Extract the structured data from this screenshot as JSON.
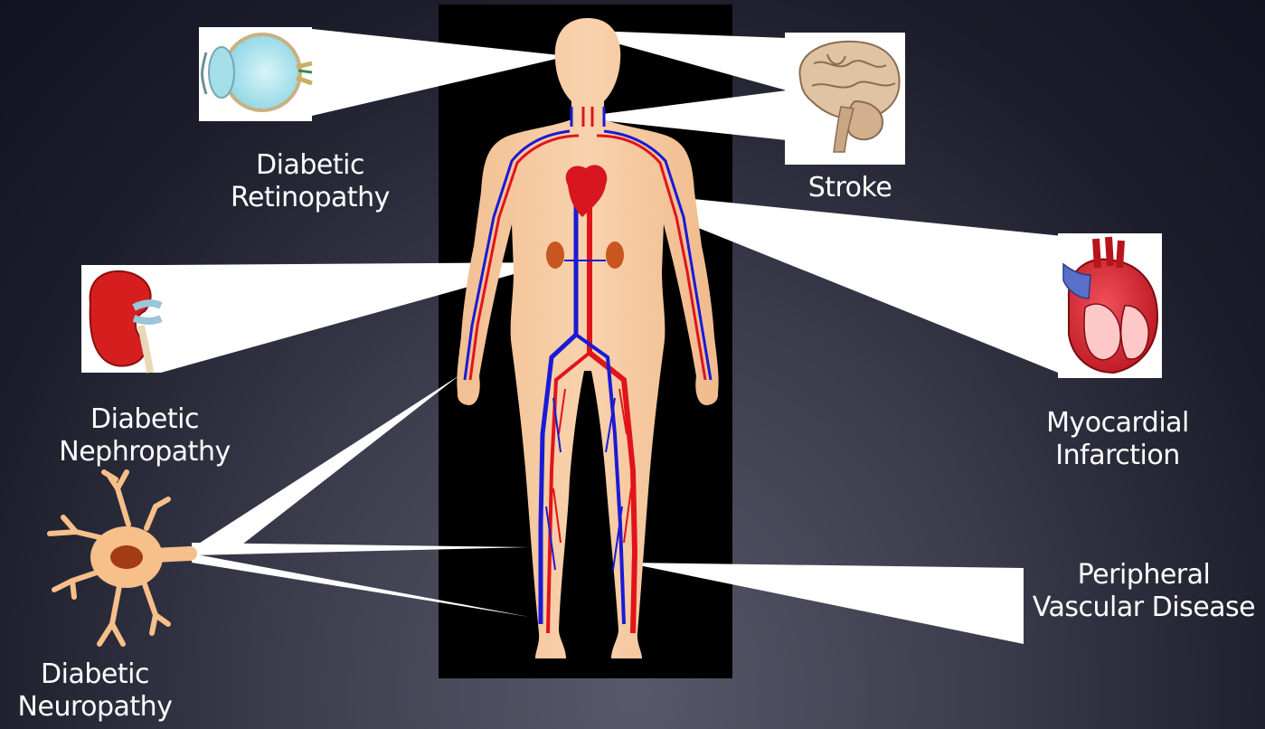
{
  "labels": {
    "retinopathy": [
      "Diabetic",
      "Retinopathy"
    ],
    "stroke": [
      "Stroke"
    ],
    "myocardial": [
      "Myocardial",
      "Infarction"
    ],
    "nephropathy": [
      "Diabetic",
      "Nephropathy"
    ],
    "neuropathy": [
      "Diabetic",
      "Neuropathy"
    ],
    "pvd": [
      "Peripheral",
      "Vascular Disease"
    ]
  },
  "colors": {
    "skin": "#f6c9a0",
    "skin_shadow": "#e9b18a",
    "artery": "#e0141a",
    "vein": "#1a1ad6",
    "panel": "#000000",
    "callout": "#ffffff",
    "heart": "#cc1a24",
    "kidney": "#c8561e",
    "neuron": "#f7bf8a",
    "nucleus": "#a33c14"
  },
  "icons": [
    "eye-icon",
    "brain-icon",
    "heart-anatomy-icon",
    "kidney-icon",
    "neuron-icon",
    "human-body-icon"
  ]
}
